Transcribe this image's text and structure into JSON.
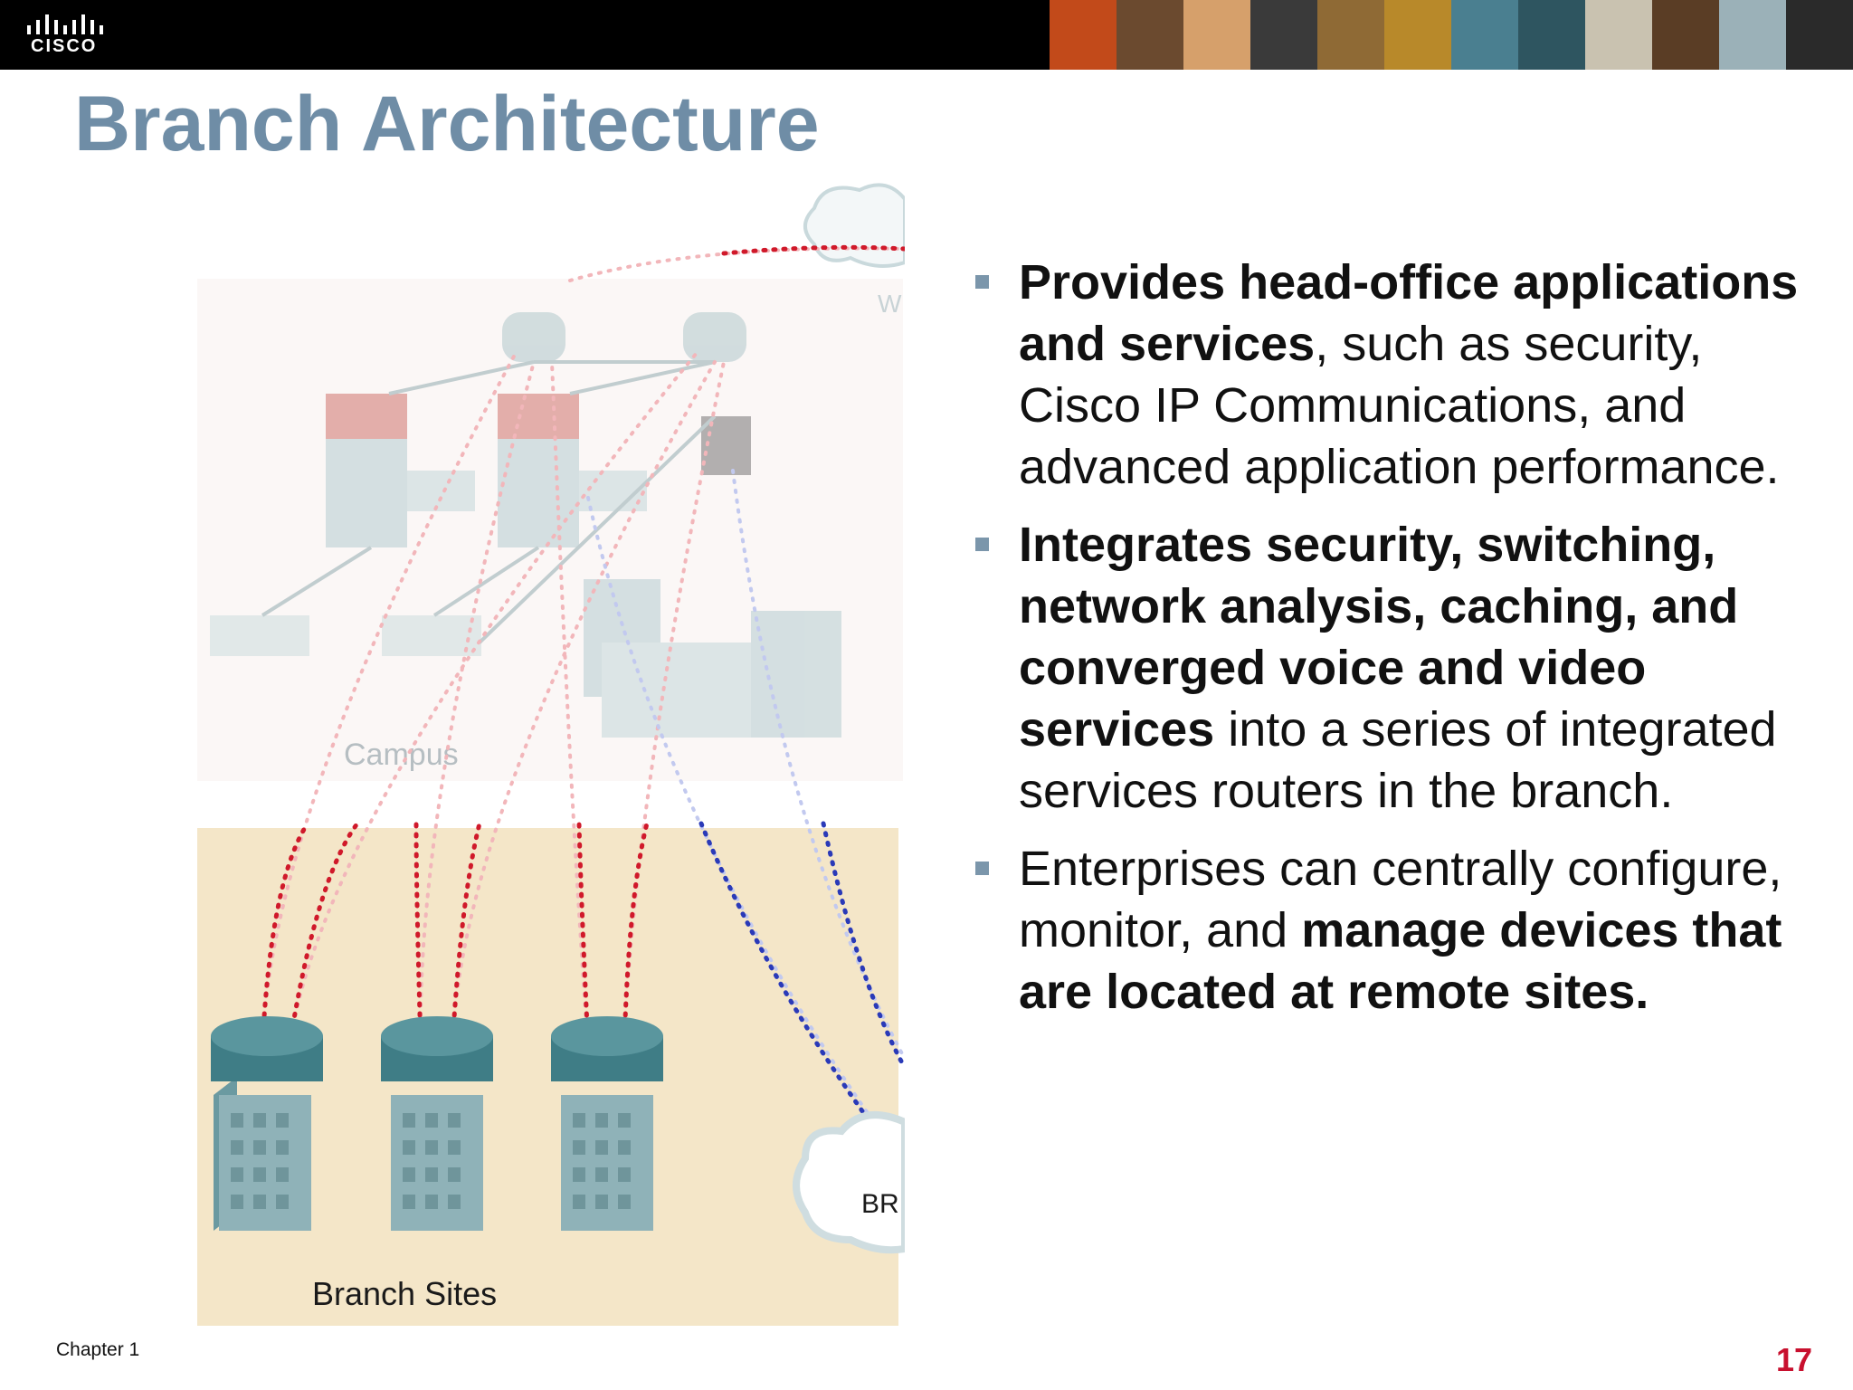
{
  "header": {
    "logo_text": "CISCO",
    "photo_colors": [
      "#c24a1a",
      "#6b4a2f",
      "#d6a06b",
      "#3a3a3a",
      "#8f6a35",
      "#b8892a",
      "#4a7f90",
      "#2e5560",
      "#c9c2b0",
      "#5a3d25",
      "#9bb1b8",
      "#2a2a2a"
    ]
  },
  "slide": {
    "title": "Branch Architecture",
    "bullets": [
      {
        "segments": [
          {
            "text": "Provides head-office applications and services",
            "bold": true
          },
          {
            "text": ", such as security, Cisco IP Communications, and advanced application performance.",
            "bold": false
          }
        ]
      },
      {
        "segments": [
          {
            "text": "Integrates security, switching, network analysis, caching, and converged voice and video services",
            "bold": true
          },
          {
            "text": " into a series of integrated services routers in the branch.",
            "bold": false
          }
        ]
      },
      {
        "segments": [
          {
            "text": "Enterprises can centrally configure, monitor, and ",
            "bold": false
          },
          {
            "text": "manage devices that are located at remote sites.",
            "bold": true
          }
        ]
      }
    ]
  },
  "diagram": {
    "campus_label": "Campus",
    "branch_label": "Branch Sites",
    "wan_cloud_label": "W",
    "branch_cloud_label": "BR",
    "colors": {
      "branch_bg": "#f4e6c8",
      "campus_bg": "#fbf7f6",
      "router": "#3f7d86",
      "building": "#8fb2b8",
      "red_link": "#d0192a",
      "blue_link": "#2a3ab8"
    }
  },
  "footer": {
    "chapter": "Chapter 1",
    "page_number": "17"
  }
}
